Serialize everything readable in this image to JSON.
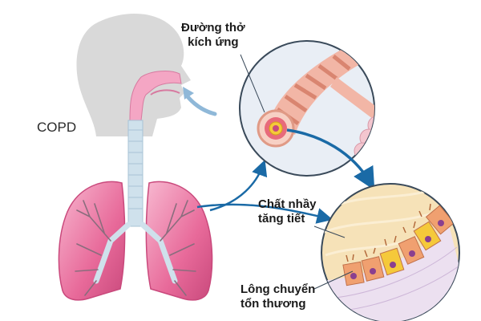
{
  "labels": {
    "copd": "COPD",
    "airway_irritated": [
      "Đường thở",
      "kích ứng"
    ],
    "mucus": [
      "Chất nhầy",
      "tăng tiết"
    ],
    "cilia": [
      "Lông chuyển",
      "tổn thương"
    ]
  },
  "colors": {
    "head": "#d9d9d9",
    "lung_fill": "#e86a9a",
    "lung_light": "#f4a6c4",
    "trachea": "#cfe1ec",
    "airway_ring": "#e9a58a",
    "arrow": "#1a6aa6",
    "circle_bg": "#e9eef5",
    "circle_border": "#3a4a5a",
    "alveoli": "#f3c6cf",
    "mucus": "#f6e2b8",
    "cells": "#f0a070",
    "cell_yellow": "#f5c93a",
    "tissue": "#ece0f0"
  }
}
